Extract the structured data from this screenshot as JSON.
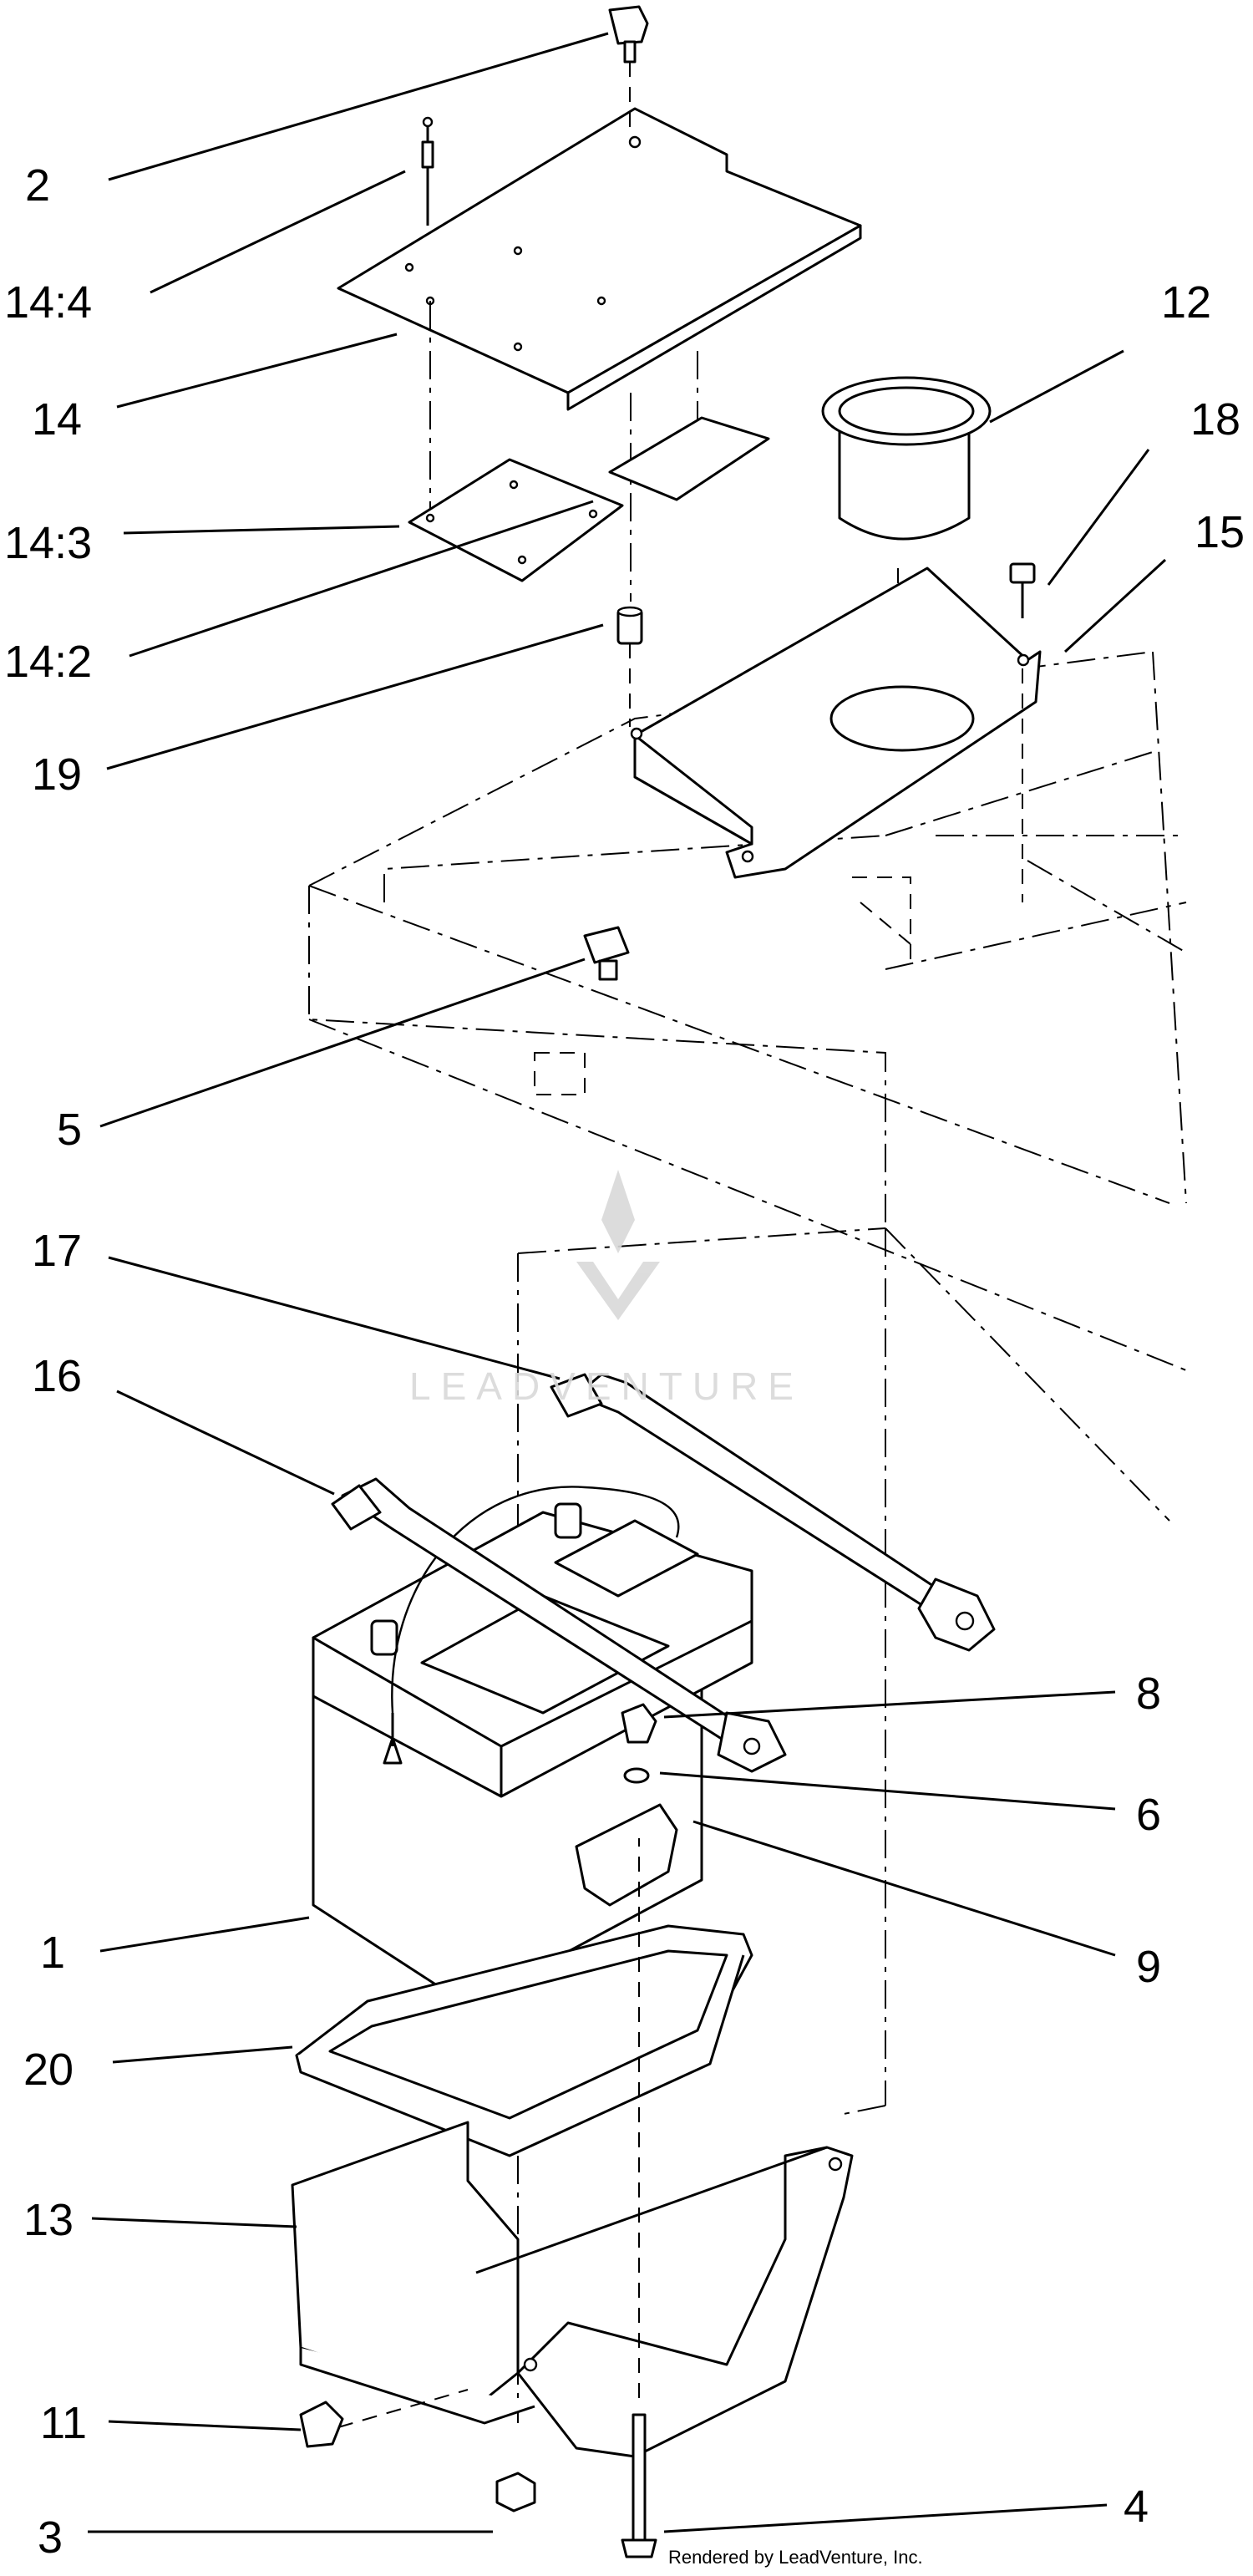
{
  "callouts": [
    {
      "id": "2",
      "label": "2"
    },
    {
      "id": "14-4",
      "label": "14:4"
    },
    {
      "id": "14",
      "label": "14"
    },
    {
      "id": "14-3",
      "label": "14:3"
    },
    {
      "id": "14-2",
      "label": "14:2"
    },
    {
      "id": "19",
      "label": "19"
    },
    {
      "id": "12",
      "label": "12"
    },
    {
      "id": "18",
      "label": "18"
    },
    {
      "id": "15",
      "label": "15"
    },
    {
      "id": "5",
      "label": "5"
    },
    {
      "id": "17",
      "label": "17"
    },
    {
      "id": "16",
      "label": "16"
    },
    {
      "id": "8",
      "label": "8"
    },
    {
      "id": "6",
      "label": "6"
    },
    {
      "id": "9",
      "label": "9"
    },
    {
      "id": "1",
      "label": "1"
    },
    {
      "id": "20",
      "label": "20"
    },
    {
      "id": "13",
      "label": "13"
    },
    {
      "id": "11",
      "label": "11"
    },
    {
      "id": "4",
      "label": "4"
    },
    {
      "id": "3",
      "label": "3"
    }
  ],
  "watermark": {
    "text": "LEADVENTURE"
  },
  "credit": {
    "text": "Rendered by LeadVenture, Inc."
  }
}
